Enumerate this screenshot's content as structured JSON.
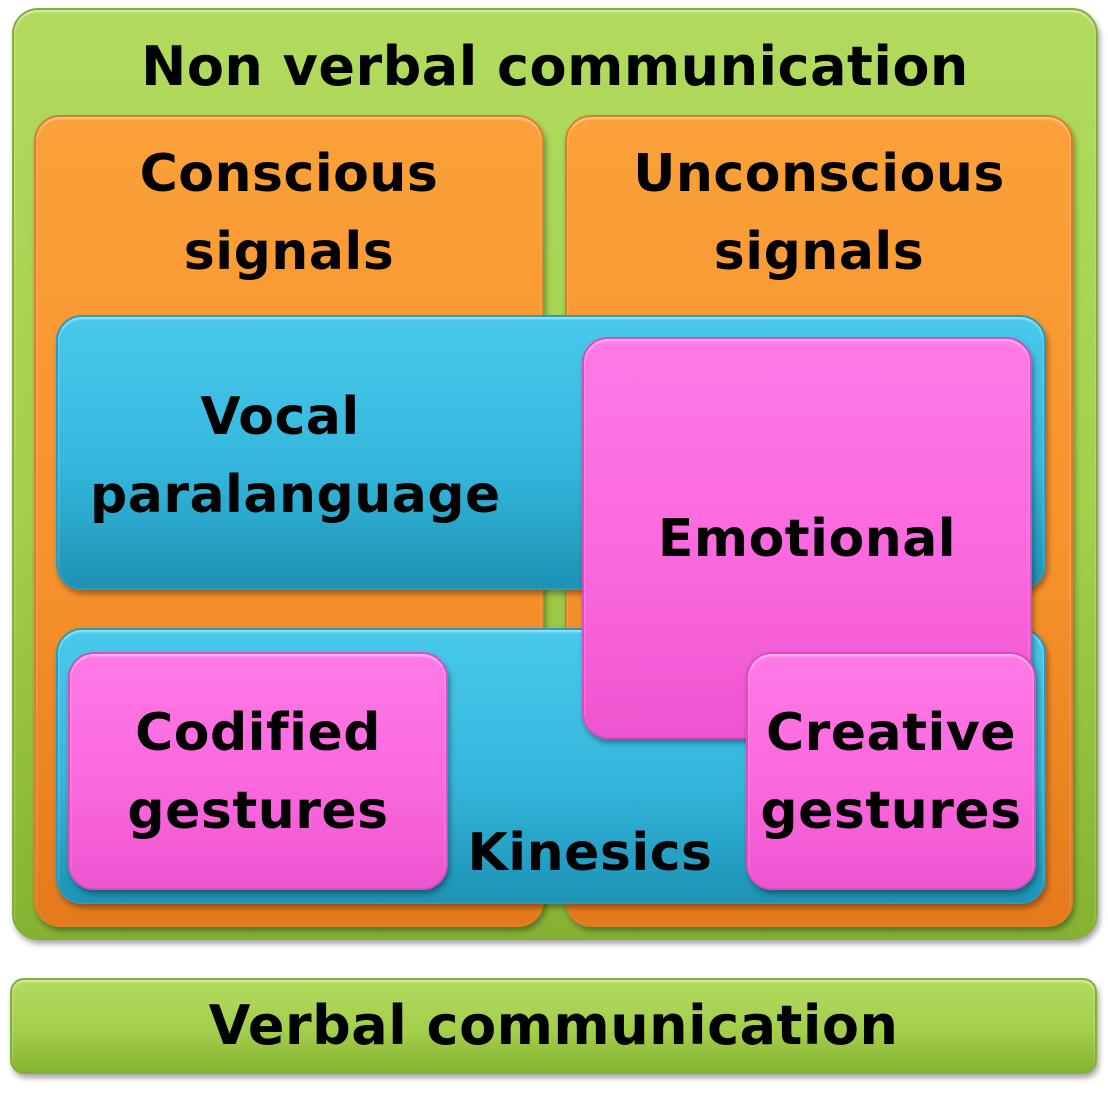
{
  "nonverbal": {
    "title": "Non verbal communication"
  },
  "conscious": {
    "line1": "Conscious",
    "line2": "signals"
  },
  "unconscious": {
    "line1": "Unconscious",
    "line2": "signals"
  },
  "vocal": {
    "line1": "Vocal",
    "line2": "paralanguage"
  },
  "kinesics": {
    "label": "Kinesics"
  },
  "emotional": {
    "label": "Emotional"
  },
  "codified": {
    "line1": "Codified",
    "line2": "gestures"
  },
  "creative": {
    "line1": "Creative",
    "line2": "gestures"
  },
  "verbal": {
    "title": "Verbal communication"
  },
  "colors": {
    "green": "#a3cf4c",
    "orange": "#f7922b",
    "blue": "#35b7dc",
    "pink": "#fb68df"
  }
}
